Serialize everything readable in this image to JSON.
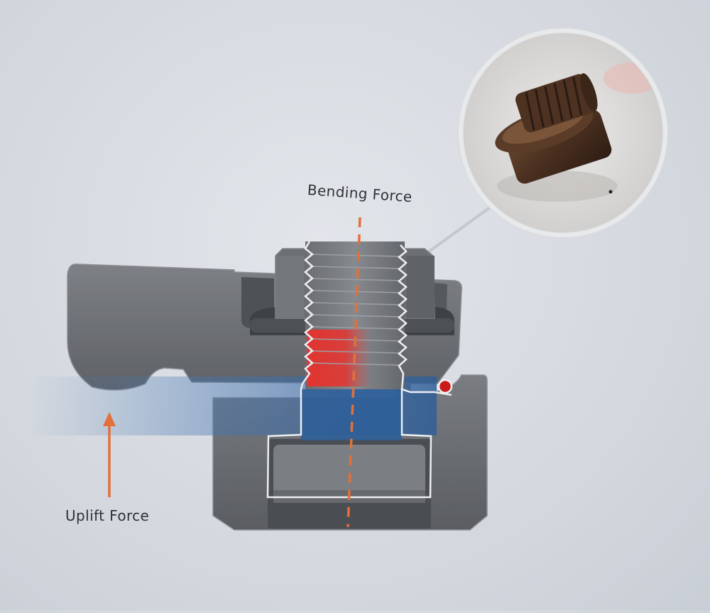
{
  "labels": {
    "bending_force": "Bending Force",
    "uplift_force": "Uplift Force"
  },
  "colors": {
    "background": "#d9dde2",
    "clamp_body": "#6f7276",
    "clamp_shadow": "#45484c",
    "thread_outline": "#e8eaee",
    "force_arrow": "#e2703b",
    "stress_highlight": "#e8322d",
    "uplift_band": "#2f5f98",
    "pivot_dot": "#cc1a1a"
  },
  "icons": {
    "inset_photo": "rusted-bolt-photo",
    "uplift_arrow": "arrow-up-icon",
    "bolt_axis": "dashed-axis-line"
  }
}
